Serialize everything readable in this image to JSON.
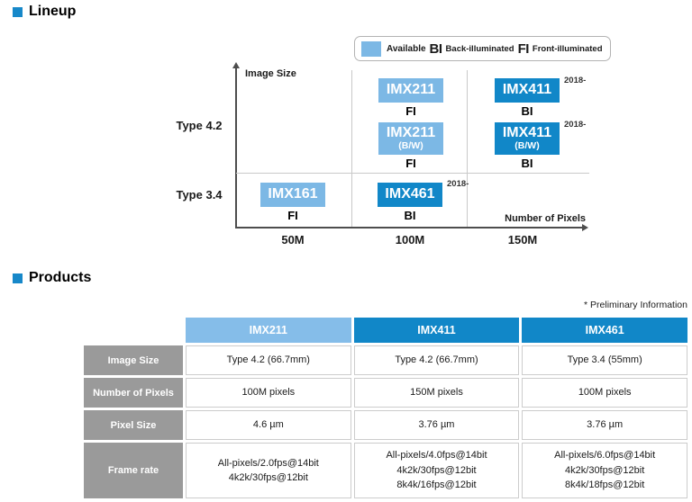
{
  "colors": {
    "light_blue": "#7cb8e5",
    "dark_blue": "#1187c8",
    "header_light_blue": "#85bde9",
    "label_gray": "#9a9a9a",
    "bullet_blue": "#1788c9"
  },
  "lineup": {
    "section_title": "Lineup",
    "legend": {
      "available": "Available",
      "bi_abbr": "BI",
      "bi_label": "Back-illuminated",
      "fi_abbr": "FI",
      "fi_label": "Front-illuminated"
    },
    "y_axis_label": "Image Size",
    "x_axis_label": "Number of Pixels",
    "row_labels": [
      "Type 4.2",
      "Type 3.4"
    ],
    "x_ticks": [
      "50M",
      "100M",
      "150M"
    ],
    "sensors": [
      {
        "name": "IMX211",
        "sub": "",
        "illumination": "FI",
        "style": "light",
        "row": "Type 4.2",
        "col": "100M",
        "since": ""
      },
      {
        "name": "IMX411",
        "sub": "",
        "illumination": "BI",
        "style": "dark",
        "row": "Type 4.2",
        "col": "150M",
        "since": "2018-"
      },
      {
        "name": "IMX211",
        "sub": "(B/W)",
        "illumination": "FI",
        "style": "light",
        "row": "Type 4.2",
        "col": "100M",
        "since": ""
      },
      {
        "name": "IMX411",
        "sub": "(B/W)",
        "illumination": "BI",
        "style": "dark",
        "row": "Type 4.2",
        "col": "150M",
        "since": "2018-"
      },
      {
        "name": "IMX161",
        "sub": "",
        "illumination": "FI",
        "style": "light",
        "row": "Type 3.4",
        "col": "50M",
        "since": ""
      },
      {
        "name": "IMX461",
        "sub": "",
        "illumination": "BI",
        "style": "dark",
        "row": "Type 3.4",
        "col": "100M",
        "since": "2018-"
      }
    ]
  },
  "products": {
    "section_title": "Products",
    "note": "* Preliminary Information",
    "table": {
      "columns": [
        "IMX211",
        "IMX411",
        "IMX461"
      ],
      "rows": [
        {
          "label": "Image Size",
          "values": [
            "Type 4.2 (66.7mm)",
            "Type 4.2 (66.7mm)",
            "Type 3.4 (55mm)"
          ]
        },
        {
          "label": "Number of Pixels",
          "values": [
            "100M pixels",
            "150M pixels",
            "100M pixels"
          ]
        },
        {
          "label": "Pixel Size",
          "values": [
            "4.6 µm",
            "3.76 µm",
            "3.76 µm"
          ]
        },
        {
          "label": "Frame rate",
          "values": [
            "All-pixels/2.0fps@14bit\n4k2k/30fps@12bit",
            "All-pixels/4.0fps@14bit\n4k2k/30fps@12bit\n8k4k/16fps@12bit",
            "All-pixels/6.0fps@14bit\n4k2k/30fps@12bit\n8k4k/18fps@12bit"
          ]
        }
      ]
    }
  },
  "chart_data": {
    "type": "scatter",
    "title": "Lineup",
    "xlabel": "Number of Pixels",
    "ylabel": "Image Size",
    "x_ticks": [
      "50M",
      "100M",
      "150M"
    ],
    "y_ticks": [
      "Type 3.4",
      "Type 4.2"
    ],
    "legend_position": "top-right",
    "points": [
      {
        "label": "IMX211",
        "x": "100M",
        "y": "Type 4.2",
        "illumination": "FI"
      },
      {
        "label": "IMX411",
        "x": "150M",
        "y": "Type 4.2",
        "illumination": "BI",
        "since": "2018-"
      },
      {
        "label": "IMX211 (B/W)",
        "x": "100M",
        "y": "Type 4.2",
        "illumination": "FI"
      },
      {
        "label": "IMX411 (B/W)",
        "x": "150M",
        "y": "Type 4.2",
        "illumination": "BI",
        "since": "2018-"
      },
      {
        "label": "IMX161",
        "x": "50M",
        "y": "Type 3.4",
        "illumination": "FI"
      },
      {
        "label": "IMX461",
        "x": "100M",
        "y": "Type 3.4",
        "illumination": "BI",
        "since": "2018-"
      }
    ]
  }
}
